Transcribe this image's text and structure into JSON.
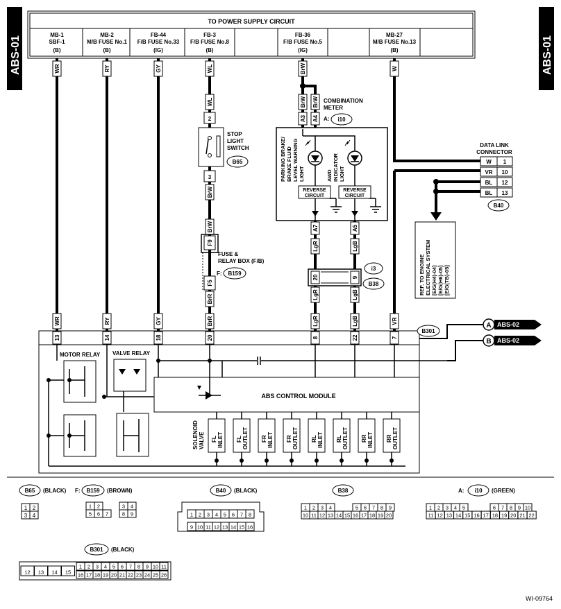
{
  "header": {
    "title": "TO POWER SUPPLY CIRCUIT",
    "fuses": [
      {
        "l1": "MB-1",
        "l2": "SBF-1",
        "l3": "(B)"
      },
      {
        "l1": "MB-2",
        "l2": "M/B FUSE No.1",
        "l3": "(B)"
      },
      {
        "l1": "FB-44",
        "l2": "F/B FUSE No.33",
        "l3": "(IG)"
      },
      {
        "l1": "FB-3",
        "l2": "F/B FUSE No.8",
        "l3": "(B)"
      },
      {
        "l1": "FB-36",
        "l2": "F/B FUSE No.5",
        "l3": "(IG)"
      },
      {
        "l1": "MB-27",
        "l2": "M/B FUSE No.13",
        "l3": "(B)"
      }
    ]
  },
  "tabs": {
    "left": "ABS-01",
    "right": "ABS-01"
  },
  "wires": {
    "wr": "WR",
    "ry": "RY",
    "gy": "GY",
    "wl": "WL",
    "brw": "BrW",
    "w": "W",
    "lgr": "LgR",
    "lgb": "LgB",
    "brr": "BrR",
    "vr": "VR",
    "vr2": "VR",
    "bl": "BL"
  },
  "pins": {
    "p2": "2",
    "p3": "3",
    "a3": "A3",
    "a4": "A4",
    "a7": "A7",
    "a5": "A5",
    "f9": "F9",
    "f5": "F5",
    "p20": "20",
    "p9": "9",
    "dlc1": "1",
    "dlc10": "10",
    "dlc12": "12",
    "dlc13": "13",
    "m13": "13",
    "m14": "14",
    "m18": "18",
    "m20": "20",
    "m8": "8",
    "m22": "22",
    "m7": "7"
  },
  "labels": {
    "combination_meter": [
      "COMBINATION",
      "METER"
    ],
    "a_prefix": "A:",
    "i10": "i10",
    "stop_switch": [
      "STOP",
      "LIGHT",
      "SWITCH"
    ],
    "b65": "B65",
    "fuse_box": [
      "FUSE &",
      "RELAY BOX (F/B)"
    ],
    "f_prefix": "F:",
    "b159": "B159",
    "i3": "i3",
    "b38": "B38",
    "dlc": [
      "DATA LINK",
      "CONNECTOR"
    ],
    "b40": "B40",
    "parking_light": [
      "PARKING BRAKE/",
      "BRAKE FLUID",
      "LEVEL WARNING",
      "LIGHT"
    ],
    "awd_light": [
      "AWD",
      "INDICATOR",
      "LIGHT"
    ],
    "reverse": [
      "REVERSE",
      "CIRCUIT"
    ],
    "ref_engine": [
      "REF. TO ENGINE",
      "ELECTRICAL SYSTEM",
      "[E/G(H4)-04]",
      "[E/G(H6)-05]",
      "[E/G(TB)-05]"
    ],
    "b301": "B301",
    "abs02_a_letter": "A",
    "abs02_b_letter": "B",
    "abs02_a": "ABS-02",
    "abs02_b": "ABS-02",
    "motor_relay": "MOTOR RELAY",
    "valve_relay": "VALVE RELAY",
    "abs_module": "ABS CONTROL MODULE",
    "solenoid": [
      "SOLENOID",
      "VALVE"
    ],
    "valves": [
      [
        "FL",
        "INLET"
      ],
      [
        "FL",
        "OUTLET"
      ],
      [
        "FR",
        "INLET"
      ],
      [
        "FR",
        "OUTLET"
      ],
      [
        "RL",
        "INLET"
      ],
      [
        "RL",
        "OUTLET"
      ],
      [
        "RR",
        "INLET"
      ],
      [
        "RR",
        "OUTLET"
      ]
    ]
  },
  "connectors": {
    "b65": {
      "name": "B65",
      "color": "(BLACK)",
      "pins": [
        "1",
        "2",
        "3",
        "4"
      ]
    },
    "b159": {
      "prefix": "F:",
      "name": "B159",
      "color": "(BROWN)",
      "top": [
        "1",
        "2",
        "3",
        "4"
      ],
      "bottom": [
        "5",
        "6",
        "7",
        "8",
        "9"
      ]
    },
    "b40": {
      "name": "B40",
      "color": "(BLACK)",
      "top": [
        "1",
        "2",
        "3",
        "4",
        "5",
        "6",
        "7",
        "8"
      ],
      "bottom": [
        "9",
        "10",
        "11",
        "12",
        "13",
        "14",
        "15",
        "16"
      ]
    },
    "b38": {
      "name": "B38",
      "top": [
        "1",
        "2",
        "3",
        "4",
        "5",
        "6",
        "7",
        "8",
        "9"
      ],
      "bottom": [
        "10",
        "11",
        "12",
        "13",
        "14",
        "15",
        "16",
        "17",
        "18",
        "19",
        "20"
      ]
    },
    "i10": {
      "prefix": "A:",
      "name": "i10",
      "color": "(GREEN)",
      "top": [
        "1",
        "2",
        "3",
        "4",
        "5",
        "6",
        "7",
        "8",
        "9",
        "10"
      ],
      "bottom": [
        "11",
        "12",
        "13",
        "14",
        "15",
        "16",
        "17",
        "18",
        "19",
        "20",
        "21",
        "22"
      ]
    },
    "b301": {
      "name": "B301",
      "color": "(BLACK)",
      "top": [
        "1",
        "2",
        "3",
        "4",
        "5",
        "6",
        "7",
        "8",
        "9",
        "10",
        "11"
      ],
      "left": [
        "12",
        "13",
        "14",
        "15"
      ],
      "bottom": [
        "16",
        "17",
        "18",
        "19",
        "20",
        "21",
        "22",
        "23",
        "24",
        "25",
        "26"
      ]
    }
  },
  "footer_code": "WI-09764"
}
